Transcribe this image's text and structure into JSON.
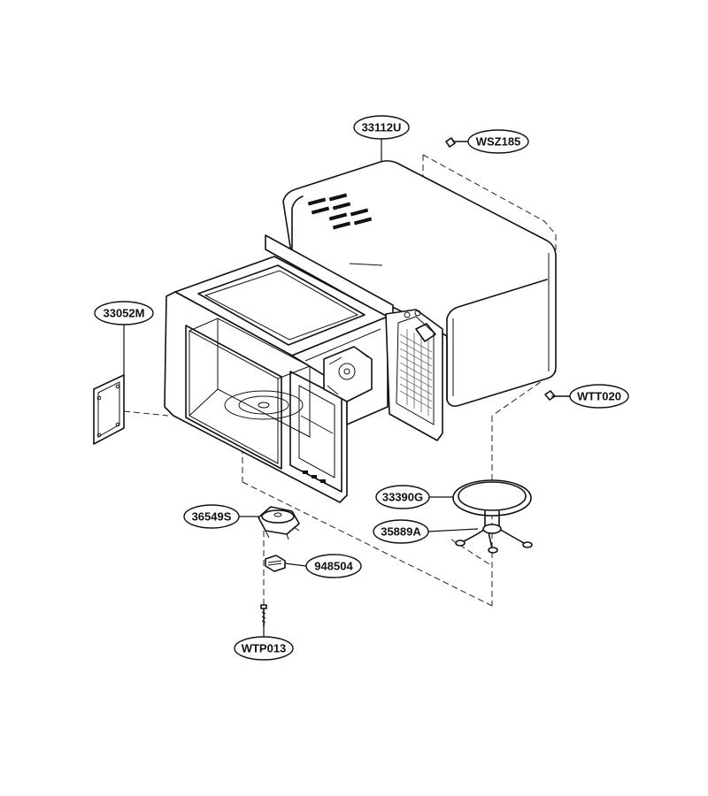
{
  "callouts": {
    "c33112U": "33112U",
    "cWSZ185": "WSZ185",
    "c33052M": "33052M",
    "cWTT020": "WTT020",
    "c33390G": "33390G",
    "c36549S": "36549S",
    "c35889A": "35889A",
    "c948504": "948504",
    "cWTP013": "WTP013"
  }
}
